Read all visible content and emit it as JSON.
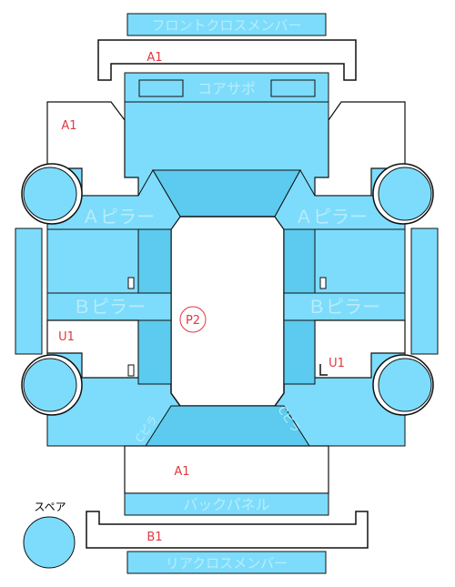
{
  "labels": {
    "front_cross_member": "フロントクロスメンバー",
    "core_support": "コアサポ",
    "a_pillar_left": "Ａピラー",
    "a_pillar_right": "Ａピラー",
    "b_pillar_left": "Ｂピラー",
    "b_pillar_right": "Ｂピラー",
    "back_panel": "バックパネル",
    "rear_cross_member": "リアクロスメンバー",
    "spare": "スペア",
    "c_pillar_left": "Cピラ",
    "c_pillar_right": "Cピラ"
  },
  "markers": {
    "a1_front": "A1",
    "a1_left": "A1",
    "a1_rear": "A1",
    "b1": "B1",
    "u1_left": "U1",
    "u1_right": "U1",
    "p2": "P2"
  },
  "colors": {
    "panel": "#7ddcfb",
    "panel_dark": "#5ccbef",
    "outline": "#111111",
    "marker": "#e0393e",
    "label": "#b9ecfb"
  }
}
